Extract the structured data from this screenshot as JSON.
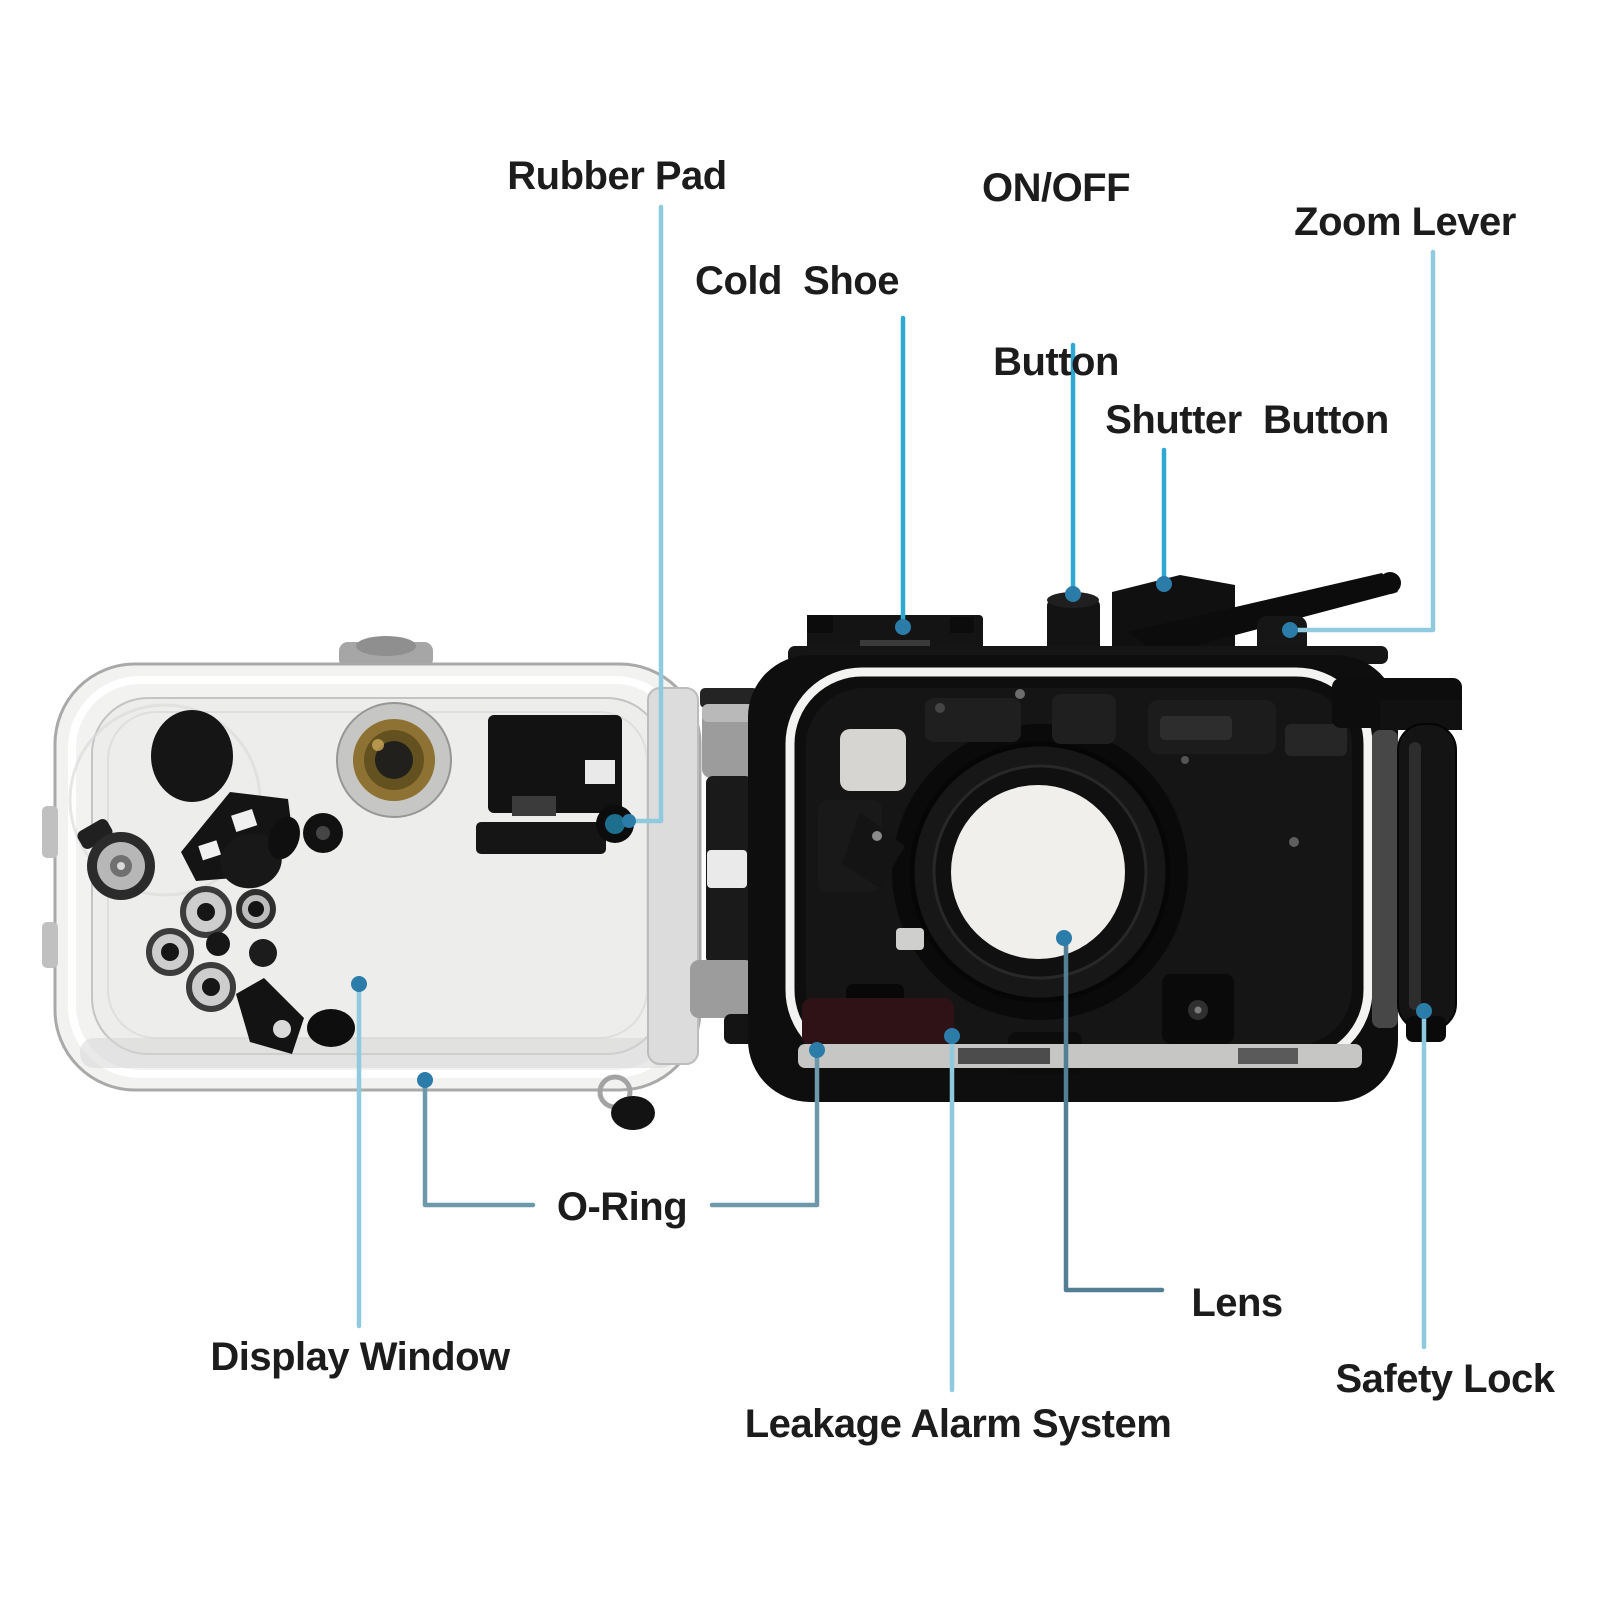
{
  "figure": {
    "description_labels_present": true
  },
  "labels": {
    "rubber_pad": "Rubber Pad",
    "cold_shoe": "Cold  Shoe",
    "on_off_line1": "ON/OFF",
    "on_off_line2": "Button",
    "shutter_button": "Shutter  Button",
    "zoom_lever": "Zoom Lever",
    "o_ring": "O-Ring",
    "display_window": "Display Window",
    "lens": "Lens",
    "leakage_alarm": "Leakage Alarm System",
    "safety_lock": "Safety Lock"
  },
  "colors": {
    "text": "#1c1c1c",
    "background": "#ffffff",
    "callout_light": "#8fcade",
    "callout_bright": "#2fa9d4",
    "callout_slate": "#6d98aa",
    "callout_dark": "#527f93",
    "dot": "#2b7ca9",
    "pad_teal": "#1d6f8d",
    "brass": "#8d7233",
    "housing_black": "#0e0e0e",
    "oring_white": "#f3f3f1",
    "cover_gray": "#f2f2f1"
  }
}
